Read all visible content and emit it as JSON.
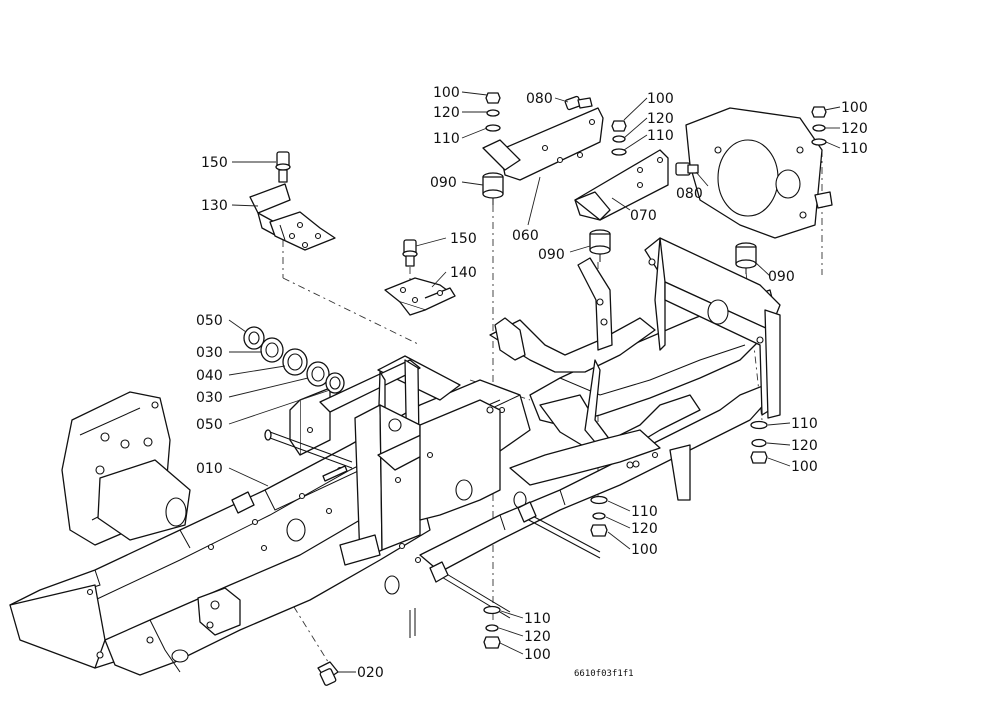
{
  "drawing_code": "6610f03f1f1",
  "callouts": [
    {
      "id": "c1",
      "text": "100"
    },
    {
      "id": "c2",
      "text": "120"
    },
    {
      "id": "c3",
      "text": "110"
    },
    {
      "id": "c4",
      "text": "080"
    },
    {
      "id": "c5",
      "text": "100"
    },
    {
      "id": "c6",
      "text": "120"
    },
    {
      "id": "c7",
      "text": "110"
    },
    {
      "id": "c8",
      "text": "100"
    },
    {
      "id": "c9",
      "text": "120"
    },
    {
      "id": "c10",
      "text": "110"
    },
    {
      "id": "c11",
      "text": "150"
    },
    {
      "id": "c12",
      "text": "130"
    },
    {
      "id": "c13",
      "text": "090"
    },
    {
      "id": "c14",
      "text": "060"
    },
    {
      "id": "c15",
      "text": "070"
    },
    {
      "id": "c16",
      "text": "080"
    },
    {
      "id": "c17",
      "text": "090"
    },
    {
      "id": "c18",
      "text": "150"
    },
    {
      "id": "c19",
      "text": "140"
    },
    {
      "id": "c20",
      "text": "090"
    },
    {
      "id": "c21",
      "text": "050"
    },
    {
      "id": "c22",
      "text": "030"
    },
    {
      "id": "c23",
      "text": "040"
    },
    {
      "id": "c24",
      "text": "030"
    },
    {
      "id": "c25",
      "text": "050"
    },
    {
      "id": "c26",
      "text": "010"
    },
    {
      "id": "c27",
      "text": "110"
    },
    {
      "id": "c28",
      "text": "120"
    },
    {
      "id": "c29",
      "text": "100"
    },
    {
      "id": "c30",
      "text": "110"
    },
    {
      "id": "c31",
      "text": "120"
    },
    {
      "id": "c32",
      "text": "100"
    },
    {
      "id": "c33",
      "text": "110"
    },
    {
      "id": "c34",
      "text": "120"
    },
    {
      "id": "c35",
      "text": "100"
    },
    {
      "id": "c36",
      "text": "020"
    }
  ]
}
